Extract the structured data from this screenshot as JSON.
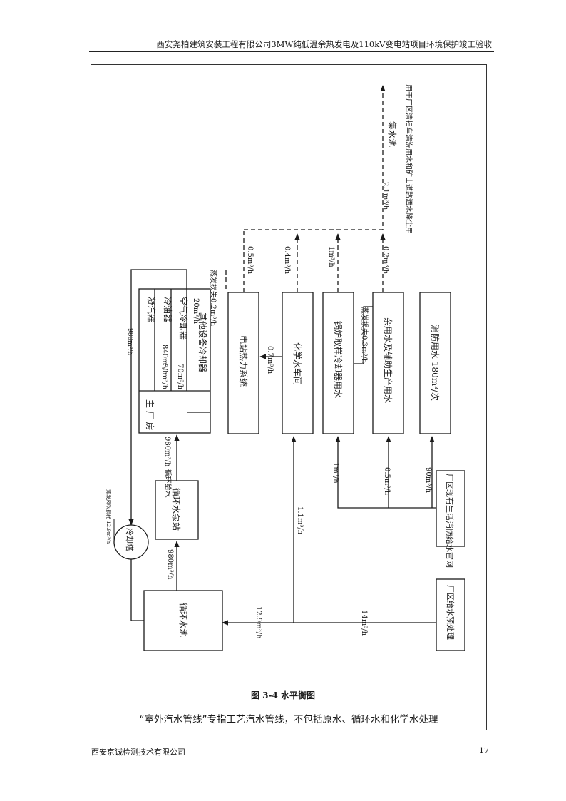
{
  "header": {
    "title": "西安尧柏建筑安装工程有限公司3MW纯低温余热发电及110kV变电站项目环境保护竣工验收"
  },
  "figure": {
    "caption": "图 3-4    水平衡图",
    "boxes": {
      "main_plant": "主 厂 房",
      "condenser": "凝汽器",
      "oil_cooler": "冷油器",
      "air_cooler": "空气冷却器",
      "other_cooling": "其他设备冷却器",
      "power_system": "电站热力系统",
      "chem_water": "化学水车间",
      "boiler_sampling": "锅炉取样冷却器用水",
      "misc_water": "杂用水及辅助生产用水",
      "fire_water": "消防用水 180m³/次",
      "circ_pump": "循环水泵站",
      "cooling_tower": "冷却塔",
      "circ_pool": "循环水池",
      "domestic_net": "厂区现有生活消防给水官网",
      "pretreat": "厂区给水预处理",
      "collect_pool": "集水池",
      "reuse_note": "用于厂区清扫车清洗用水和矿山道路洒水降尘用"
    },
    "flows": {
      "condenser": "840m³/h",
      "oil_cooler": "50m³/h",
      "air_cooler": "70m³/h",
      "other_cooling": "20m³/h",
      "main_return": "980m³/h",
      "circ_supply": "980m³/h 循环给水",
      "tower_in": "980m³/h",
      "tower_loss": "蒸发风吹损耗 12.9m³/h",
      "evap_main": "蒸发损失0.2m³/h",
      "power_out": "0.5m³/h",
      "chem_to_power": "0.7m³/h",
      "chem_out": "0.4m³/h",
      "boiler_out": "1m³/h",
      "evap_sampling": "蒸发损失0.3m³/h",
      "misc_out": "0.2m³/h",
      "collect": "2.1m³/h",
      "chem_in": "1.1m³/h",
      "pool_in": "12.9m³/h",
      "pretreat_out": "14m³/h",
      "boiler_in": "1m³/h",
      "misc_in": "0.5m³/h",
      "fire_in": "90m³/h"
    }
  },
  "note": "“室外汽水管线”专指工艺汽水管线，不包括原水、循环水和化学水处理",
  "footer": {
    "company": "西安京诚检测技术有限公司",
    "page": "17"
  }
}
